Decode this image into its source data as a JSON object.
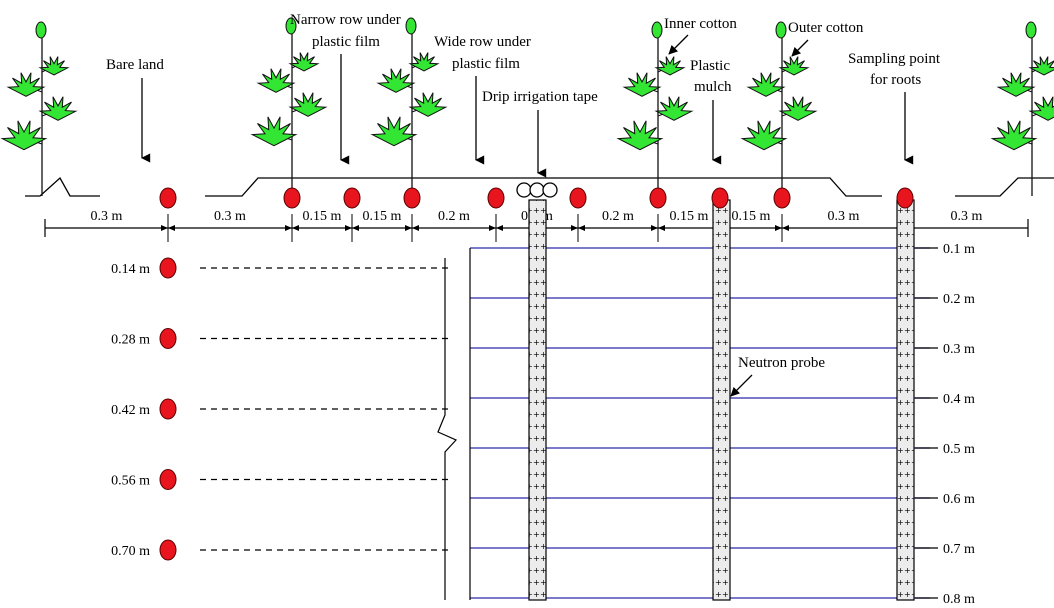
{
  "labels": {
    "bare_land": "Bare land",
    "narrow_row_1": "Narrow row under",
    "narrow_row_2": "plastic film",
    "wide_row_1": "Wide row under",
    "wide_row_2": "plastic film",
    "drip_tape": "Drip irrigation tape",
    "inner_cotton": "Inner cotton",
    "outer_cotton": "Outer cotton",
    "mulch_1": "Plastic",
    "mulch_2": "mulch",
    "sampling_1": "Sampling point",
    "sampling_2": "for roots",
    "neutron_probe": "Neutron probe"
  },
  "horizontal_dims": [
    "0.3 m",
    "0.3 m",
    "0.15 m",
    "0.15 m",
    "0.2 m",
    "0.2 m",
    "0.2 m",
    "0.15 m",
    "0.15 m",
    "0.3 m",
    "0.3 m"
  ],
  "root_depths": [
    "0.14 m",
    "0.28 m",
    "0.42 m",
    "0.56 m",
    "0.70 m"
  ],
  "probe_depths": [
    "0.1 m",
    "0.2 m",
    "0.3 m",
    "0.4 m",
    "0.5 m",
    "0.6 m",
    "0.7 m",
    "0.8 m"
  ],
  "colors": {
    "leaf": "#33e633",
    "dot": "#e8141e",
    "depth_line": "#2a2aa8",
    "probe_fill": "#e6e6e6"
  }
}
